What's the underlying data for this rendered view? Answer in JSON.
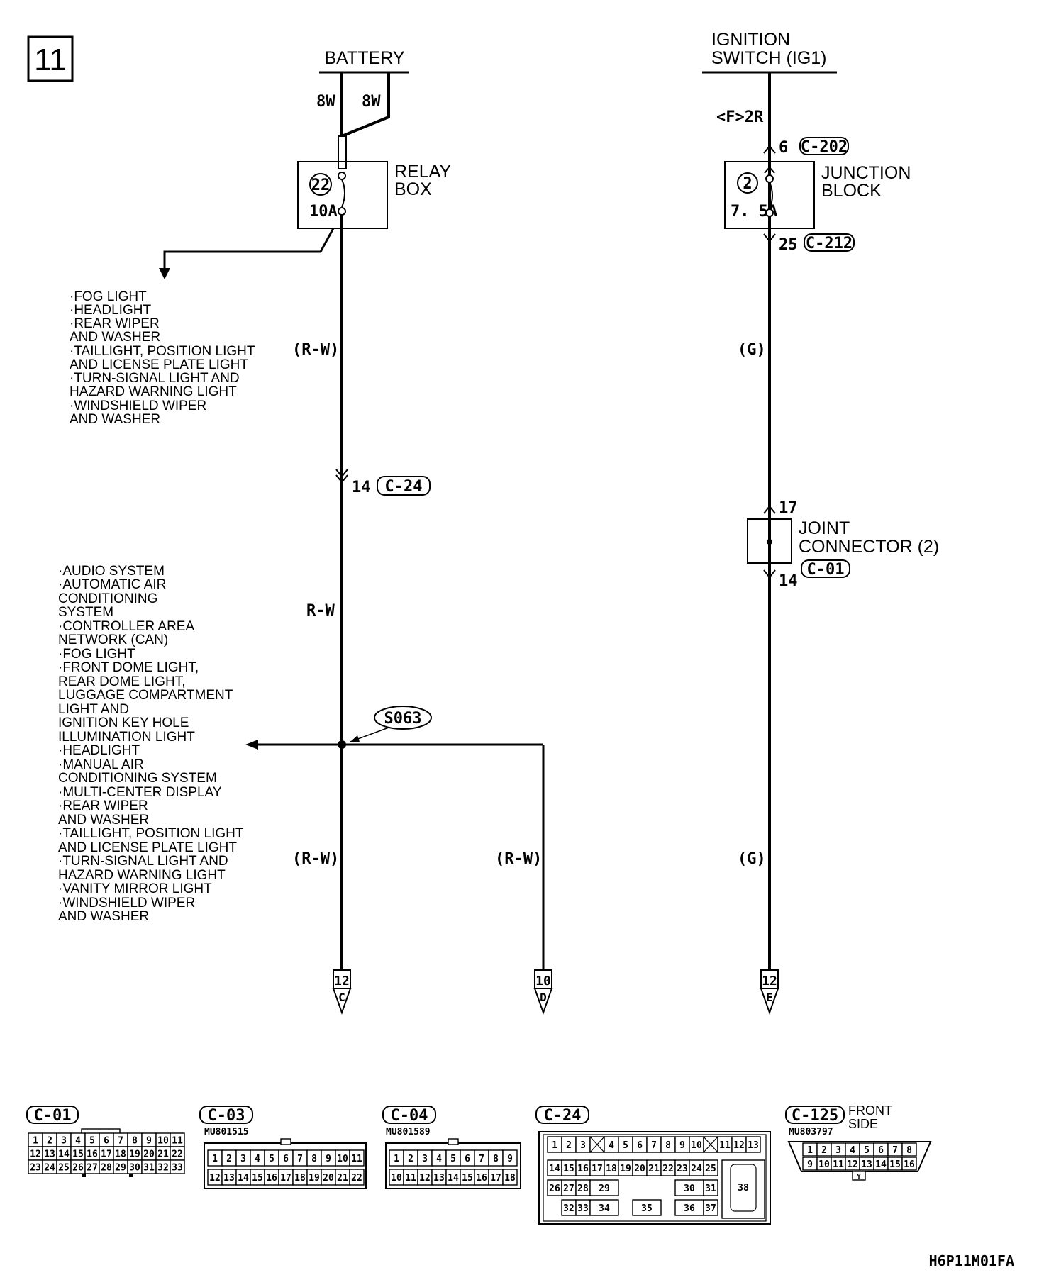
{
  "page_number": "11",
  "footer_code": "H6P11M01FA",
  "battery": {
    "label": "BATTERY",
    "wire_left": "8W",
    "wire_right": "8W"
  },
  "relay_box": {
    "label_line1": "RELAY",
    "label_line2": "BOX",
    "fuse_no": "22",
    "rating": "10A"
  },
  "relay_branch": [
    "·FOG LIGHT",
    "·HEADLIGHT",
    "·REAR WIPER",
    " AND WASHER",
    "·TAILLIGHT, POSITION LIGHT",
    " AND LICENSE PLATE LIGHT",
    "·TURN-SIGNAL LIGHT AND",
    " HAZARD WARNING LIGHT",
    "·WINDSHIELD WIPER",
    " AND WASHER"
  ],
  "wire_rw_upper": "(R-W)",
  "c24_pin": {
    "pin": "14",
    "conn": "C-24"
  },
  "wire_rw_mid": "R-W",
  "splice": "S063",
  "splice_branch": [
    "·AUDIO SYSTEM",
    "·AUTOMATIC AIR",
    " CONDITIONING",
    " SYSTEM",
    "·CONTROLLER AREA",
    " NETWORK (CAN)",
    "·FOG LIGHT",
    "·FRONT DOME LIGHT,",
    " REAR DOME LIGHT,",
    " LUGGAGE COMPARTMENT",
    " LIGHT AND",
    " IGNITION KEY HOLE",
    " ILLUMINATION LIGHT",
    "·HEADLIGHT",
    "·MANUAL AIR",
    " CONDITIONING SYSTEM",
    "·MULTI-CENTER DISPLAY",
    "·REAR WIPER",
    " AND WASHER",
    "·TAILLIGHT, POSITION LIGHT",
    " AND LICENSE PLATE LIGHT",
    "·TURN-SIGNAL LIGHT AND",
    " HAZARD WARNING LIGHT",
    "·VANITY MIRROR LIGHT",
    "·WINDSHIELD WIPER",
    " AND WASHER"
  ],
  "wire_rw_lower_left": "(R-W)",
  "wire_rw_lower_right": "(R-W)",
  "ignition": {
    "label_line1": "IGNITION",
    "label_line2": "SWITCH (IG1)",
    "wire": "<F>2R"
  },
  "junction_block": {
    "label_line1": "JUNCTION",
    "label_line2": "BLOCK",
    "fuse_no": "2",
    "rating": "7. 5A",
    "in_pin": "6",
    "in_conn": "C-202",
    "out_pin": "25",
    "out_conn": "C-212"
  },
  "wire_g_upper": "(G)",
  "joint_connector": {
    "label_line1": "JOINT",
    "label_line2": "CONNECTOR (2)",
    "in_pin": "17",
    "out_pin": "14",
    "conn": "C-01"
  },
  "wire_g_lower": "(G)",
  "off_page": [
    {
      "page": "12",
      "letter": "C"
    },
    {
      "page": "10",
      "letter": "D"
    },
    {
      "page": "12",
      "letter": "E"
    }
  ],
  "connectors": {
    "c01": {
      "name": "C-01",
      "rows": [
        [
          "1",
          "2",
          "3",
          "4",
          "5",
          "6",
          "7",
          "8",
          "9",
          "10",
          "11"
        ],
        [
          "12",
          "13",
          "14",
          "15",
          "16",
          "17",
          "18",
          "19",
          "20",
          "21",
          "22"
        ],
        [
          "23",
          "24",
          "25",
          "26",
          "27",
          "28",
          "29",
          "30",
          "31",
          "32",
          "33"
        ]
      ]
    },
    "c03": {
      "name": "C-03",
      "part": "MU801515",
      "rows": [
        [
          "1",
          "2",
          "3",
          "4",
          "5",
          "6",
          "7",
          "8",
          "9",
          "10",
          "11"
        ],
        [
          "12",
          "13",
          "14",
          "15",
          "16",
          "17",
          "18",
          "19",
          "20",
          "21",
          "22"
        ]
      ]
    },
    "c04": {
      "name": "C-04",
      "part": "MU801589",
      "rows": [
        [
          "1",
          "2",
          "3",
          "4",
          "5",
          "6",
          "7",
          "8",
          "9"
        ],
        [
          "10",
          "11",
          "12",
          "13",
          "14",
          "15",
          "16",
          "17",
          "18"
        ]
      ]
    },
    "c24": {
      "name": "C-24",
      "row1": [
        "1",
        "2",
        "3",
        "4",
        "5",
        "6",
        "7",
        "8",
        "9",
        "10",
        "11",
        "12",
        "13"
      ],
      "row2": [
        "14",
        "15",
        "16",
        "17",
        "18",
        "19",
        "20",
        "21",
        "22",
        "23",
        "24",
        "25"
      ],
      "row3": [
        "26",
        "27",
        "28",
        "29",
        "30",
        "31"
      ],
      "row4": [
        "32",
        "33",
        "34",
        "35",
        "36",
        "37"
      ],
      "big": "38"
    },
    "c125": {
      "name": "C-125",
      "part": "MU803797",
      "side_line1": "FRONT",
      "side_line2": "SIDE",
      "rows": [
        [
          "1",
          "2",
          "3",
          "4",
          "5",
          "6",
          "7",
          "8"
        ],
        [
          "9",
          "10",
          "11",
          "12",
          "13",
          "14",
          "15",
          "16"
        ]
      ],
      "key": "Y"
    }
  }
}
